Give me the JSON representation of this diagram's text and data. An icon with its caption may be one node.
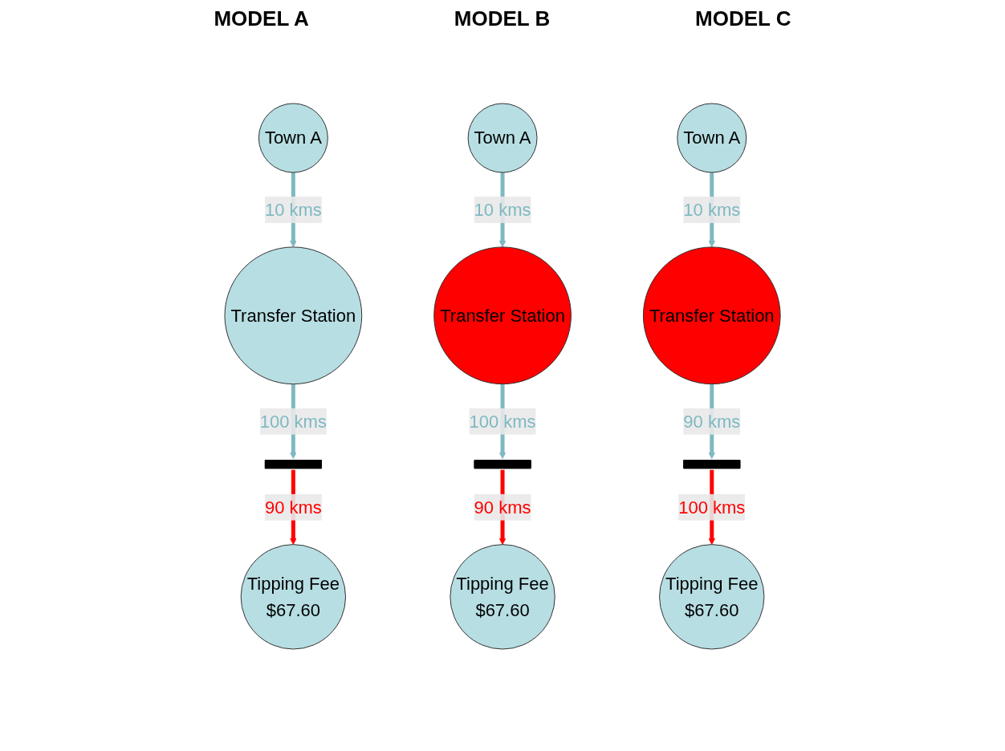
{
  "diagram": {
    "nodes": [
      {
        "text": [
          "Town A"
        ]
      },
      {
        "text": [
          "Transfer Station"
        ]
      },
      {
        "text": [],
        "shape": "bar"
      },
      {
        "text": [
          "Tipping Fee",
          "$67.60"
        ]
      },
      {
        "text": [
          "Town A"
        ]
      },
      {
        "text": [
          "Transfer Station"
        ]
      },
      {
        "text": [],
        "shape": "bar"
      },
      {
        "text": [
          "Tipping Fee",
          "$67.60"
        ]
      },
      {
        "text": [
          "Town A"
        ]
      },
      {
        "text": [
          "Transfer Station"
        ]
      },
      {
        "text": [],
        "shape": "bar"
      },
      {
        "text": [
          "Tipping Fee",
          "$67.60"
        ]
      }
    ],
    "edges": [
      {
        "from": 0,
        "to": 1,
        "arrow": "to",
        "label": "10 kms"
      },
      {
        "from": 1,
        "to": 2,
        "arrow": "to",
        "label": "100 kms"
      },
      {
        "from": 2,
        "to": 3,
        "arrow": "to",
        "label": "90 kms",
        "color": "#ff0000"
      },
      {
        "from": 4,
        "to": 5,
        "arrow": "to",
        "label": "10 kms"
      },
      {
        "from": 5,
        "to": 6,
        "arrow": "to",
        "label": "100 kms"
      },
      {
        "from": 6,
        "to": 7,
        "arrow": "to",
        "label": "90 kms",
        "color": "#ff0000"
      },
      {
        "from": 8,
        "to": 9,
        "arrow": "to",
        "label": "10 kms"
      },
      {
        "from": 9,
        "to": 10,
        "arrow": "to",
        "label": "90 kms"
      },
      {
        "from": 10,
        "to": 11,
        "arrow": "to",
        "label": "100 kms",
        "color": "#ff0000"
      }
    ],
    "labels": [
      "MODEL A",
      "MODEL B",
      "MODEL C"
    ]
  }
}
